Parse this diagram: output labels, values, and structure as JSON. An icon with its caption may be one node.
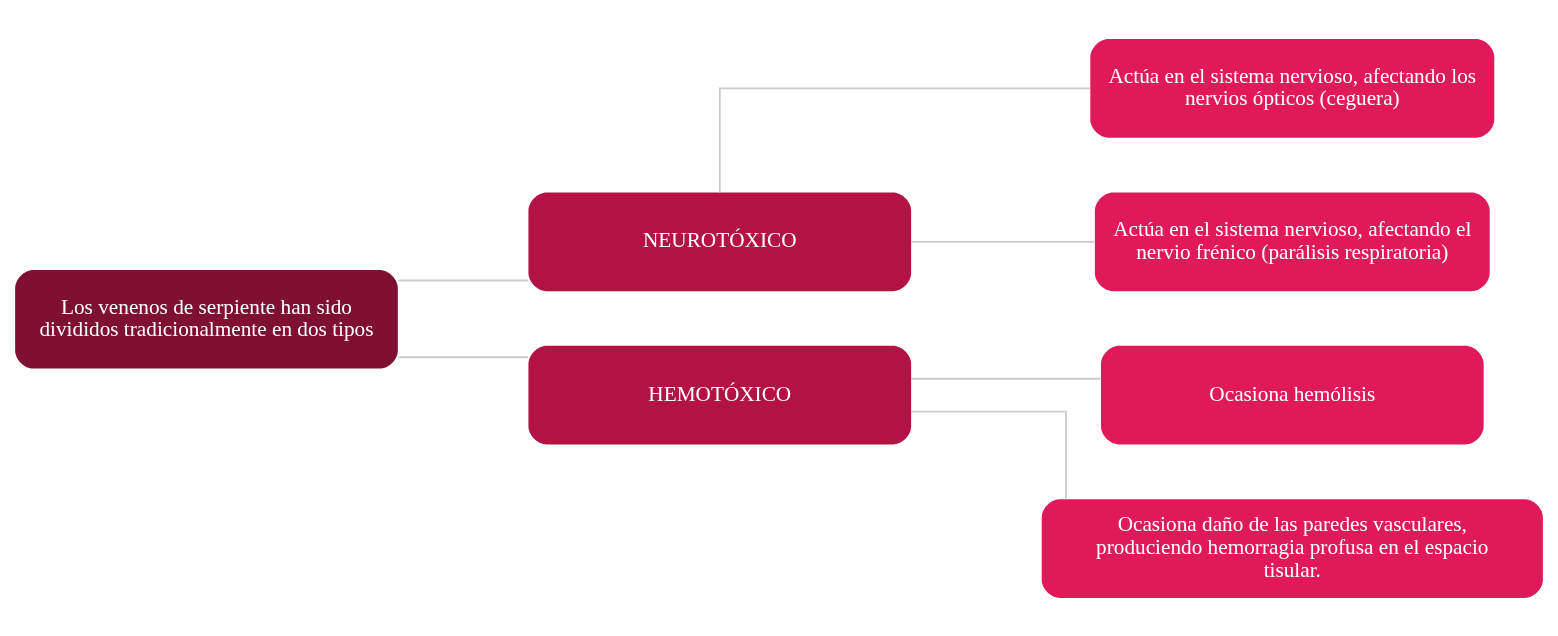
{
  "diagram": {
    "nodes": [
      {
        "text": [
          "Los venenos de serpiente han sido divididos tradicionalmente en dos tipos"
        ]
      },
      {
        "text": [
          "NEUROTÓXICO"
        ]
      },
      {
        "text": [
          "HEMOTÓXICO"
        ]
      },
      {
        "text": [
          "Actúa en el sistema nervioso, afectando los nervios ópticos (ceguera)"
        ]
      },
      {
        "text": [
          "Actúa en el sistema nervioso, afectando el nervio frénico (parálisis respiratoria)"
        ]
      },
      {
        "text": [
          "Ocasiona hemólisis"
        ]
      },
      {
        "text": [
          "Ocasiona daño de las paredes vasculares, produciendo hemorragia profusa en el espacio tisular."
        ]
      }
    ],
    "edges": [
      {
        "from": 0,
        "to": 1,
        "arrow": "none"
      },
      {
        "from": 0,
        "to": 2,
        "arrow": "none"
      },
      {
        "from": 1,
        "to": 3,
        "arrow": "none"
      },
      {
        "from": 1,
        "to": 4,
        "arrow": "none"
      },
      {
        "from": 2,
        "to": 5,
        "arrow": "none"
      },
      {
        "from": 2,
        "to": 6,
        "arrow": "none"
      }
    ]
  }
}
